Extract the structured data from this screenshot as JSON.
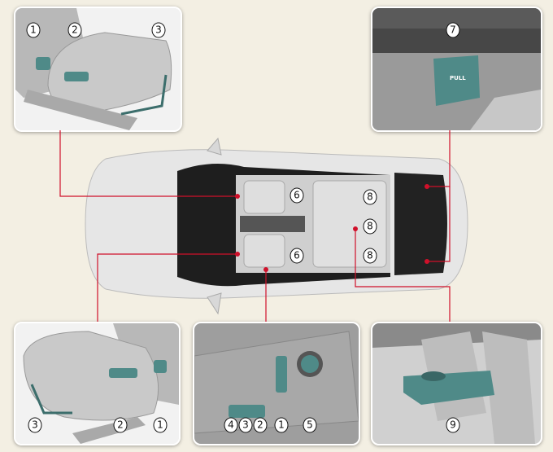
{
  "panels": {
    "front_seat_manual": {
      "callouts": [
        "1",
        "2",
        "3"
      ]
    },
    "trunk_lever": {
      "callouts": [
        "7"
      ],
      "lever_text": "PULL"
    },
    "front_seat_manual_passenger": {
      "callouts": [
        "3",
        "2",
        "1"
      ]
    },
    "power_seat_switches": {
      "callouts": [
        "4",
        "3",
        "2",
        "1",
        "5"
      ]
    },
    "rear_armrest": {
      "callouts": [
        "9"
      ]
    }
  },
  "car_callouts": [
    "6",
    "6",
    "8",
    "8",
    "8"
  ],
  "colors": {
    "background": "#f3efe3",
    "leader": "#d0102a",
    "control": "#4f8a88"
  }
}
